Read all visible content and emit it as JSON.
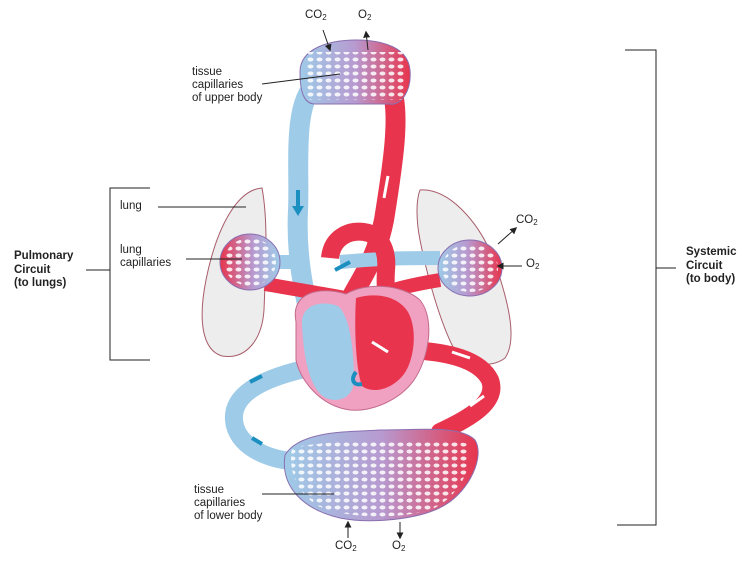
{
  "labels": {
    "upper_capillaries": [
      "tissue",
      "capillaries",
      "of upper body"
    ],
    "lung": "lung",
    "lung_capillaries": [
      "lung",
      "capillaries"
    ],
    "lower_capillaries": [
      "tissue",
      "capillaries",
      "of lower body"
    ]
  },
  "circuits": {
    "pulmonary": [
      "Pulmonary",
      "Circuit",
      "(to lungs)"
    ],
    "systemic": [
      "Systemic",
      "Circuit",
      "(to body)"
    ]
  },
  "gases": {
    "top_co2": {
      "base": "CO",
      "sub": "2"
    },
    "top_o2": {
      "base": "O",
      "sub": "2"
    },
    "right_co2": {
      "base": "CO",
      "sub": "2"
    },
    "right_o2": {
      "base": "O",
      "sub": "2"
    },
    "bottom_co2": {
      "base": "CO",
      "sub": "2"
    },
    "bottom_o2": {
      "base": "O",
      "sub": "2"
    }
  },
  "colors": {
    "oxygenated": "#e8344c",
    "deoxygenated": "#9ecbe8",
    "capillary_mix": "#b79ad0",
    "lung_fill": "#ededed",
    "heart_pink": "#f0a0c0",
    "flow_arrow": "#1a8fc0"
  }
}
